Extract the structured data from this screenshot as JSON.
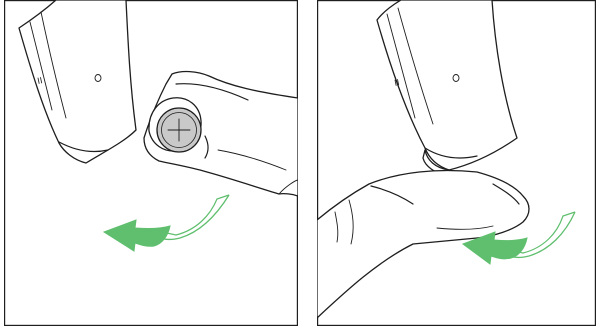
{
  "figure": {
    "panels": [
      {
        "id": "step-1",
        "action": "remove-battery",
        "device": "hearing-aid",
        "part": "coin-cell-battery",
        "motion": "rotate-away-curved-arrow"
      },
      {
        "id": "step-2",
        "action": "battery-removed",
        "device": "hearing-aid",
        "part": "hand-thumb",
        "motion": "rotate-away-curved-arrow"
      }
    ],
    "colors": {
      "arrow_fill": "#5fbf6e",
      "arrow_outline": "#5fbf6e",
      "battery_fill": "#c9c9c9",
      "line": "#1e1e1e",
      "background": "#ffffff"
    },
    "icons": [
      "plus-sign-icon",
      "curved-arrow-icon",
      "hearing-aid-device",
      "hand"
    ]
  }
}
